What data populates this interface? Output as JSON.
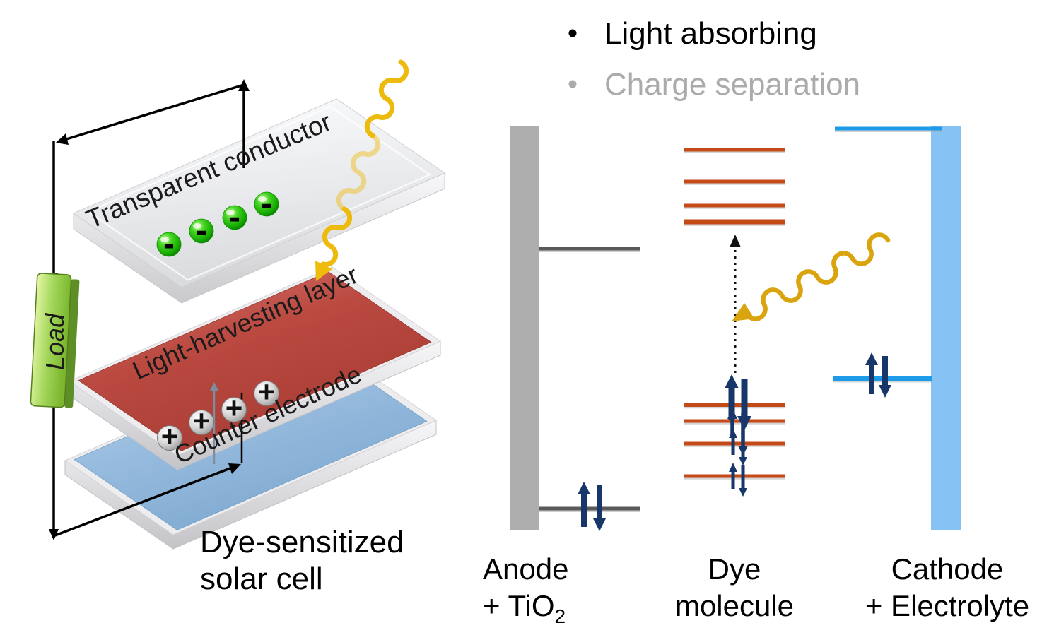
{
  "bullet_list": {
    "items": [
      {
        "label": "Light absorbing",
        "color": "#000000"
      },
      {
        "label": "Charge separation",
        "color": "#ABABAB"
      }
    ]
  },
  "device_illustration": {
    "caption": {
      "line1": "Dye-sensitized",
      "line2": "solar cell"
    },
    "load_label": "Load",
    "layers": [
      {
        "label": "Transparent conductor"
      },
      {
        "label": "Light-harvesting layer"
      },
      {
        "label": "Counter electrode"
      }
    ],
    "electron_symbols": [
      "-",
      "-",
      "-",
      "-"
    ],
    "hole_symbols": [
      "+",
      "+",
      "+",
      "+"
    ],
    "colors": {
      "electron_green": "#2EC414",
      "hole_silver": "#C9C9C9",
      "load_green": "#9FD356",
      "glass_layer": "#E6E7EA",
      "red_layer": "#B8453C",
      "blue_layer": "#8FB4D9",
      "photon_gold": "#EDBB0E",
      "wire_black": "#000000"
    }
  },
  "energy_diagram": {
    "anode": {
      "label_line1": "Anode",
      "label_line2_main": "+ TiO",
      "label_line2_sub": "2",
      "bar_color": "#AEAEAE",
      "level_color": "#595959",
      "level_count": 2
    },
    "dye": {
      "label_line1": "Dye",
      "label_line2": "molecule",
      "level_color": "#C44A17",
      "excited_level_count": 4,
      "ground_level_count": 4
    },
    "cathode": {
      "label_line1": "Cathode",
      "label_line2": "+ Electrolyte",
      "bar_color": "#86C2F4",
      "level_color": "#1E9BE8",
      "level_count": 2
    },
    "electron_pair_color": "#17376B",
    "photon_color": "#D9A40D",
    "excitation_arrow_color": "#111111"
  }
}
